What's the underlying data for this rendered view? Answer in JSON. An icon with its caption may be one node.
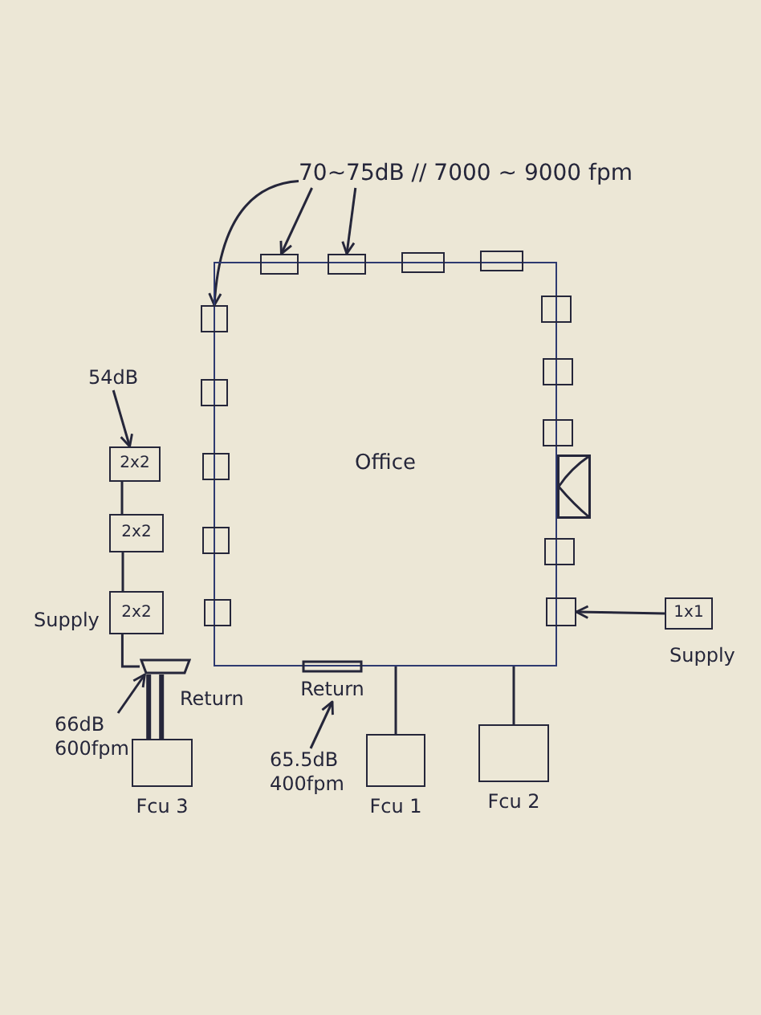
{
  "diagram": {
    "nodes": [
      {
        "text": [
          "70~75dB // 7000 ~ 9000 fpm"
        ]
      },
      {
        "text": [
          "Office"
        ]
      },
      {
        "text": [],
        "shape": "box"
      },
      {
        "text": [],
        "shape": "box"
      },
      {
        "text": [],
        "shape": "box"
      },
      {
        "text": [],
        "shape": "box"
      },
      {
        "text": [],
        "shape": "box"
      },
      {
        "text": [],
        "shape": "box"
      },
      {
        "text": [],
        "shape": "box"
      },
      {
        "text": [],
        "shape": "box"
      },
      {
        "text": [],
        "shape": "box"
      },
      {
        "text": [],
        "shape": "box"
      },
      {
        "text": [],
        "shape": "box"
      },
      {
        "text": [],
        "shape": "box"
      },
      {
        "text": [],
        "shape": "box"
      },
      {
        "text": [],
        "shape": "box"
      },
      {
        "text": [],
        "shape": "box"
      },
      {
        "text": [
          "54dB"
        ]
      },
      {
        "text": [
          "2x2"
        ]
      },
      {
        "text": [
          "2x2"
        ]
      },
      {
        "text": [
          "2x2"
        ],
        "beside": [
          "Supply"
        ]
      },
      {
        "text": [
          "1x1"
        ],
        "beside": [
          "Supply"
        ]
      },
      {
        "text": [
          "Return"
        ]
      },
      {
        "text": [
          "Return"
        ]
      },
      {
        "text": [
          "66dB 600fpm"
        ]
      },
      {
        "text": [
          "65.5dB 400fpm"
        ]
      },
      {
        "text": [
          "Fcu 3"
        ]
      },
      {
        "text": [
          "Fcu 1"
        ]
      },
      {
        "text": [
          "Fcu 2"
        ]
      }
    ],
    "edges": [
      {
        "from": 0,
        "to": 2,
        "arrow": "to"
      },
      {
        "from": 0,
        "to": 3,
        "arrow": "to"
      },
      {
        "from": 0,
        "to": 6,
        "arrow": "to"
      },
      {
        "from": 17,
        "to": 18,
        "arrow": "to"
      },
      {
        "from": 18,
        "to": 19,
        "arrow": "none"
      },
      {
        "from": 19,
        "to": 20,
        "arrow": "none"
      },
      {
        "from": 20,
        "to": 22,
        "arrow": "none"
      },
      {
        "from": 22,
        "to": 26,
        "arrow": "none",
        "style": "thick"
      },
      {
        "from": 24,
        "to": 22,
        "arrow": "to"
      },
      {
        "from": 25,
        "to": 23,
        "arrow": "to"
      },
      {
        "from": 27,
        "to": 1,
        "arrow": "none"
      },
      {
        "from": 28,
        "to": 1,
        "arrow": "none"
      },
      {
        "from": 21,
        "to": 16,
        "arrow": "to"
      }
    ]
  }
}
